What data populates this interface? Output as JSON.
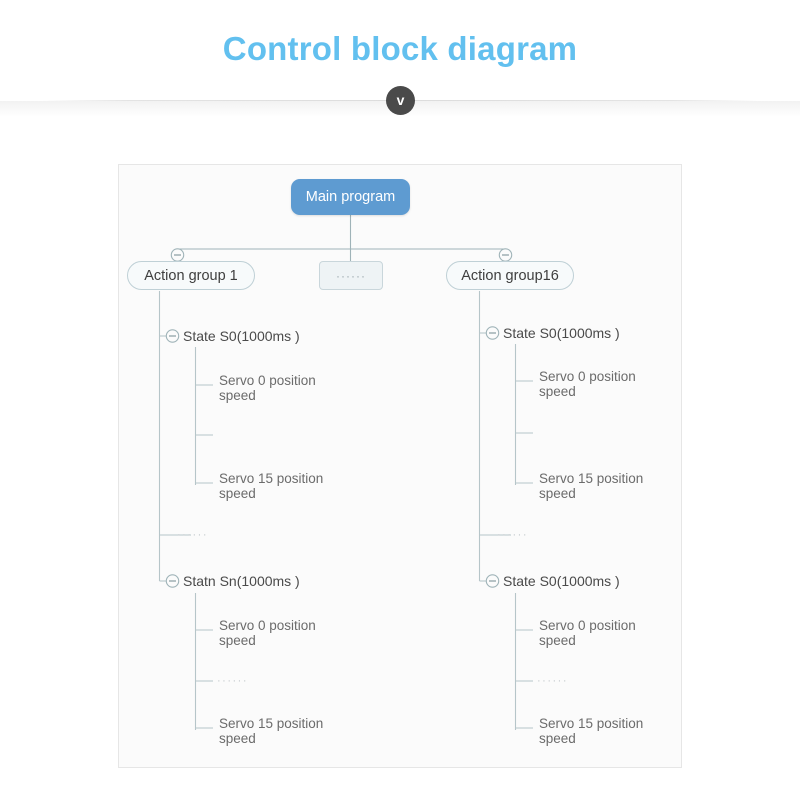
{
  "header": {
    "title": "Control block diagram",
    "badge_glyph": "v",
    "badge_icon": "chevron-down-icon"
  },
  "diagram": {
    "type": "tree",
    "root": {
      "label": "Main program",
      "style": "filled-blue-rounded"
    },
    "children": [
      {
        "label": "Action group 1",
        "collapse_icon": "minus-circle-icon",
        "states": [
          {
            "label": "State S0(1000ms )",
            "collapse_icon": "minus-circle-icon",
            "leaves": [
              "Servo 0 position\nspeed",
              "",
              "Servo 15 position\nspeed"
            ]
          },
          {
            "separator": "······"
          },
          {
            "label": "Statn Sn(1000ms )",
            "collapse_icon": "minus-circle-icon",
            "leaves": [
              "Servo 0 position\nspeed",
              "······",
              "Servo 15 position\nspeed"
            ]
          }
        ]
      },
      {
        "label": "······",
        "style": "dashed-placeholder-box"
      },
      {
        "label": "Action group16",
        "collapse_icon": "minus-circle-icon",
        "states": [
          {
            "label": "State S0(1000ms )",
            "collapse_icon": "minus-circle-icon",
            "leaves": [
              "Servo 0 position\nspeed",
              "",
              "Servo 15 position\nspeed"
            ]
          },
          {
            "separator": "······"
          },
          {
            "label": "State S0(1000ms )",
            "collapse_icon": "minus-circle-icon",
            "leaves": [
              "Servo 0 position\nspeed",
              "······",
              "Servo 15 position\nspeed"
            ]
          }
        ]
      }
    ]
  },
  "labels": {
    "main_program": "Main program",
    "action_group_1": "Action group 1",
    "action_group_16": "Action group16",
    "mid_ellipsis": "······",
    "L_state_top": "State S0(1000ms )",
    "L_state_bottom": "Statn Sn(1000ms )",
    "R_state_top": "State S0(1000ms )",
    "R_state_bottom": "State S0(1000ms )",
    "servo0": "Servo 0 position\nspeed",
    "servo15": "Servo 15 position\nspeed",
    "dots": "······"
  },
  "colors": {
    "title": "#62c0ef",
    "node_fill": "#5e9bd1",
    "node_text": "#ffffff",
    "group_border": "#bfd0d6",
    "line": "#9fb3b8",
    "panel_bg": "#fbfbfb",
    "badge_bg": "#4a4a4a"
  }
}
